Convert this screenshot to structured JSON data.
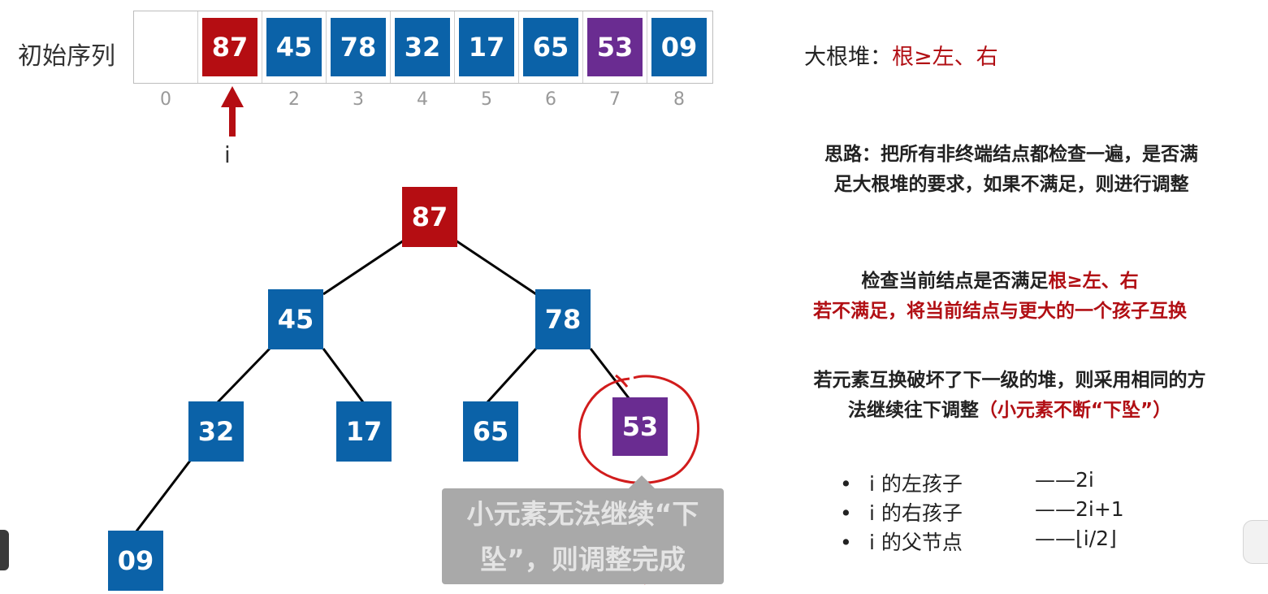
{
  "sequence": {
    "label": "初始序列",
    "cells": [
      {
        "value": "",
        "color": "none"
      },
      {
        "value": "87",
        "color": "red"
      },
      {
        "value": "45",
        "color": "blue"
      },
      {
        "value": "78",
        "color": "blue"
      },
      {
        "value": "32",
        "color": "blue"
      },
      {
        "value": "17",
        "color": "blue"
      },
      {
        "value": "65",
        "color": "blue"
      },
      {
        "value": "53",
        "color": "purple"
      },
      {
        "value": "09",
        "color": "blue"
      }
    ],
    "indices": [
      "0",
      "",
      "2",
      "3",
      "4",
      "5",
      "6",
      "7",
      "8"
    ],
    "pointer_label": "i"
  },
  "tree": {
    "nodes": {
      "n1": "87",
      "n2": "45",
      "n3": "78",
      "n4": "32",
      "n5": "17",
      "n6": "65",
      "n7": "53",
      "n8": "09"
    }
  },
  "definition": {
    "prefix": "大根堆：",
    "rule": "根≥左、右"
  },
  "idea": {
    "line1": "思路：把所有非终端结点都检查一遍，是否满",
    "line2": "足大根堆的要求，如果不满足，则进行调整"
  },
  "check": {
    "prefix": "检查当前结点是否满足",
    "rule": "根≥左、右",
    "line2": "若不满足，将当前结点与更大的一个孩子互换"
  },
  "swap": {
    "line1": "若元素互换破坏了下一级的堆，则采用相同的方",
    "line2_prefix": "法继续往下调整",
    "line2_red": "（小元素不断“下坠”）"
  },
  "bullets": [
    {
      "label": "i 的左孩子",
      "formula": "——2i"
    },
    {
      "label": "i 的右孩子",
      "formula": "——2i+1"
    },
    {
      "label": "i 的父节点",
      "formula": "——⌊i/2⌋"
    }
  ],
  "tooltip": {
    "line1": "小元素无法继续“下",
    "line2": "坠”，则调整完成"
  },
  "colors": {
    "blue": "#0b62a8",
    "red": "#b50d12",
    "purple": "#6a2c91",
    "annotation_red": "#d11c1c",
    "text_red": "#b10f14"
  }
}
